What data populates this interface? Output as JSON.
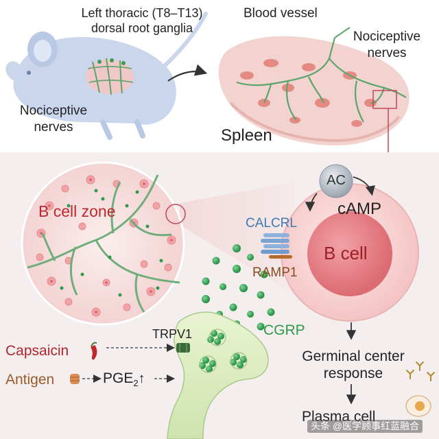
{
  "top_panel": {
    "drg_label_line1": "Left thoracic (T8–T13)",
    "drg_label_line2": "dorsal root ganglia",
    "mouse_nerves_line1": "Nociceptive",
    "mouse_nerves_line2": "nerves",
    "blood_vessel": "Blood vessel",
    "spleen_nerves_line1": "Nociceptive",
    "spleen_nerves_line2": "nerves",
    "spleen": "Spleen"
  },
  "bottom_panel": {
    "b_cell_zone": "B cell zone",
    "ac": "AC",
    "camp": "cAMP",
    "calcrl": "CALCRL",
    "b_cell": "B cell",
    "ramp1": "RAMP1",
    "trpv1": "TRPV1",
    "cgrp": "CGRP",
    "capsaicin": "Capsaicin",
    "antigen": "Antigen",
    "pge_base": "PGE",
    "pge_sub": "2",
    "gc_line1": "Germinal center",
    "gc_line2": "response",
    "plasma_cell": "Plasma cell"
  },
  "watermark": "头条 @医学顾事红蓝融合",
  "colors": {
    "nerve_green": "#5aa56a",
    "cgrp_green": "#2e9a4a",
    "mouse_blue": "#c9d6ec",
    "spleen_pink": "#f3d3d0",
    "b_cell_red": "#d8555d",
    "capsaicin_red": "#b0272d",
    "antigen_brown": "#9a5a2a",
    "calcrl_blue": "#3f78b4",
    "ac_grey": "#9aa3ae",
    "panel_bg": "#f5eeee"
  },
  "icons": [
    "chili-pepper-icon",
    "antigen-icon",
    "mouse-illustration",
    "spleen-illustration",
    "neuron-illustration",
    "antibody-icon"
  ]
}
